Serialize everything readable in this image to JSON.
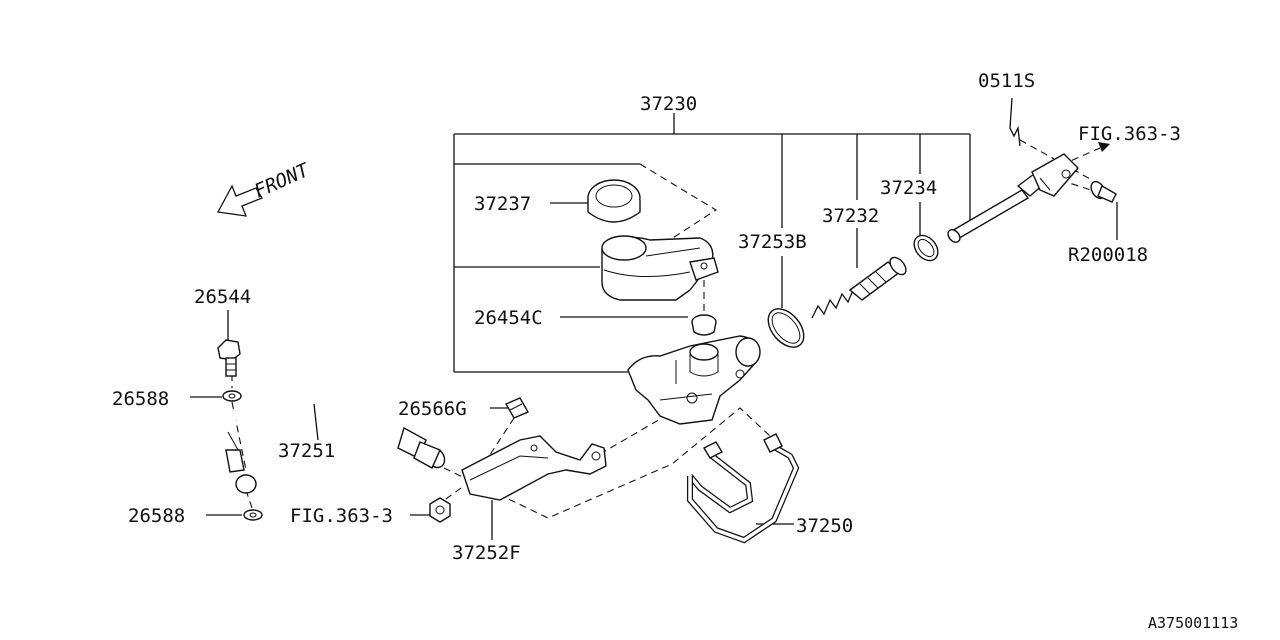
{
  "diagram": {
    "labels": {
      "l37230": "37230",
      "l0511s": "0511S",
      "lfig363top": "FIG.363-3",
      "lfront": "FRONT",
      "l37237": "37237",
      "l37234": "37234",
      "l37232": "37232",
      "l37253b": "37253B",
      "lr200018": "R200018",
      "l26544": "26544",
      "l26454c": "26454C",
      "l26588a": "26588",
      "l26566g": "26566G",
      "l37251": "37251",
      "l26588b": "26588",
      "lfig363bot": "FIG.363-3",
      "l37250": "37250",
      "l37252f": "37252F",
      "ldiagramid": "A375001113"
    }
  }
}
